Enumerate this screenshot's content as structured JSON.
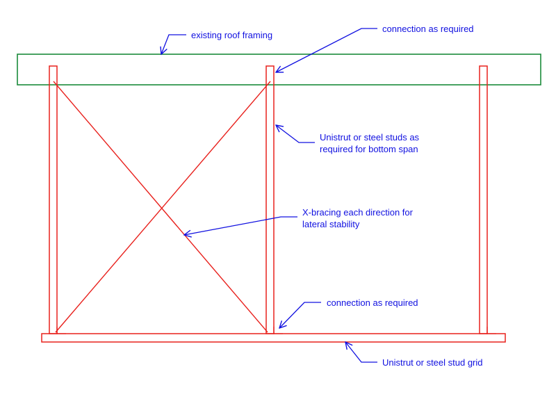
{
  "labels": {
    "roof": "existing roof framing",
    "conn_top": "connection as required",
    "studs_line1": "Unistrut or steel studs as",
    "studs_line2": "required for bottom span",
    "brace_line1": "X-bracing each direction for",
    "brace_line2": "lateral stability",
    "conn_bottom": "connection as required",
    "grid": "Unistrut or steel stud grid"
  },
  "colors": {
    "roof_framing": "#1a8a3a",
    "structure": "#e8201c",
    "annotation": "#1010e0",
    "background": "#ffffff"
  }
}
